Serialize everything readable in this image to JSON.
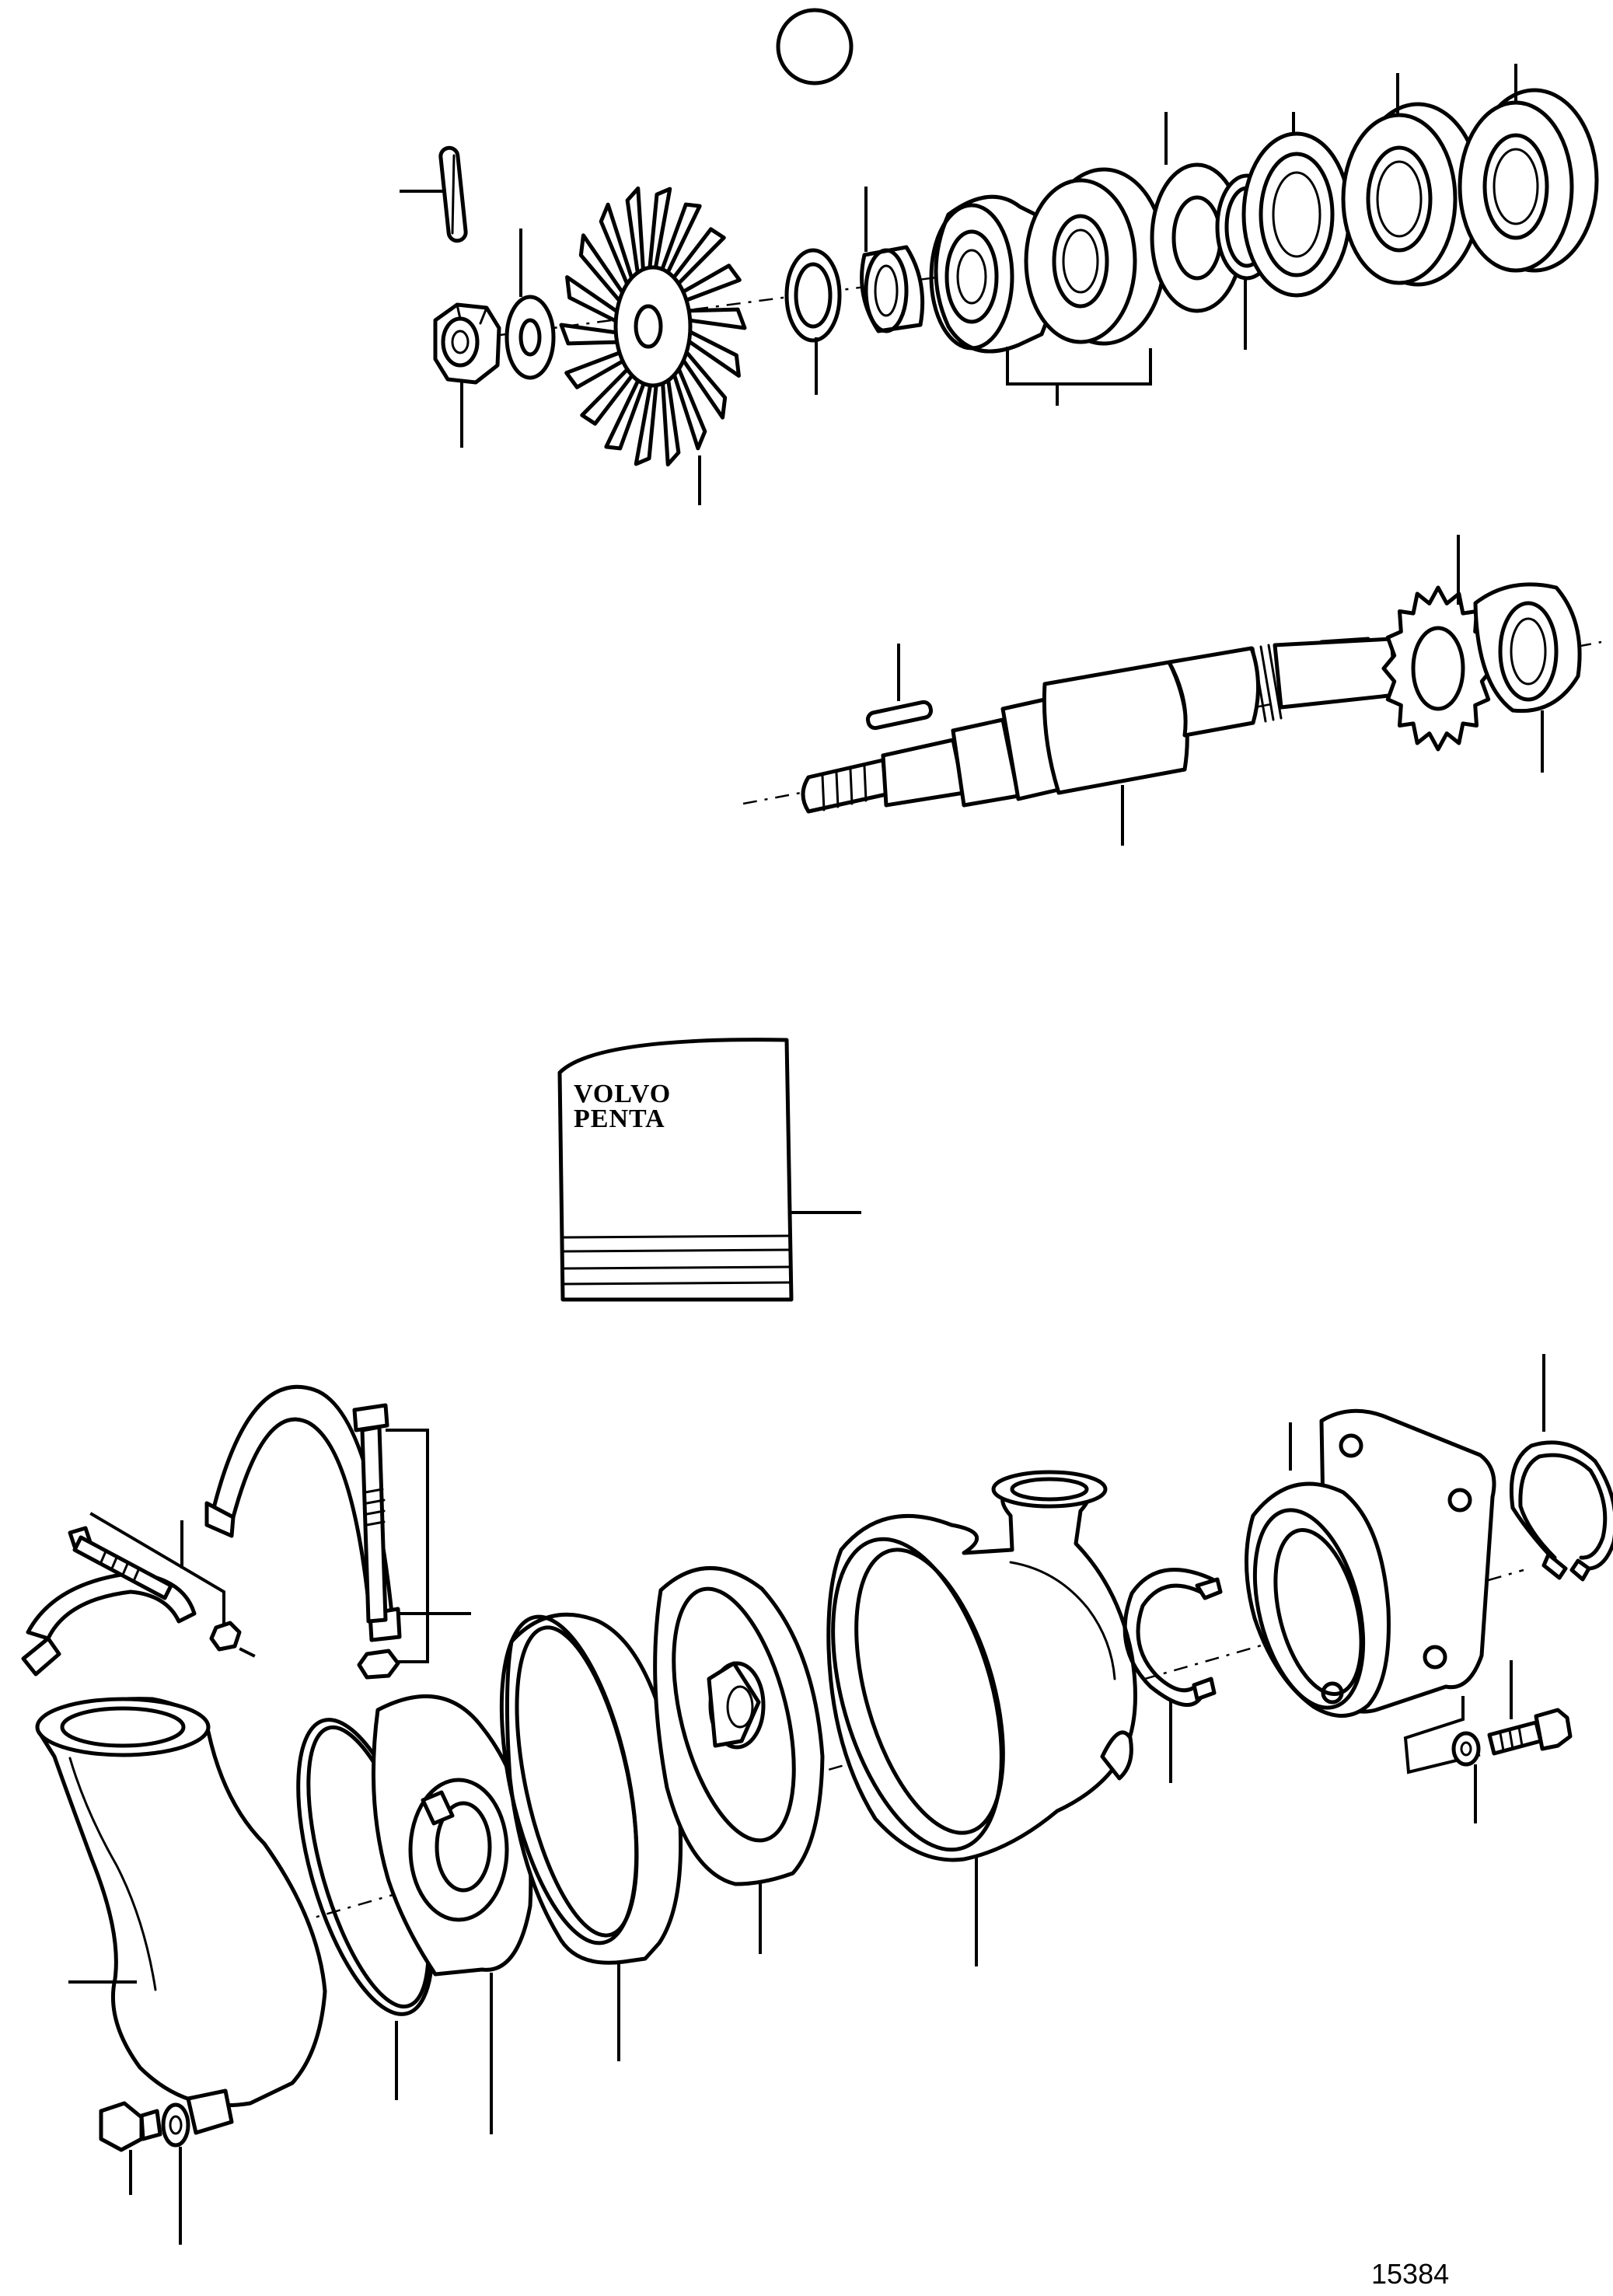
{
  "figure_number": "15384",
  "manual_cover": {
    "line1": "VOLVO",
    "line2": "PENTA"
  },
  "marker_label": ""
}
